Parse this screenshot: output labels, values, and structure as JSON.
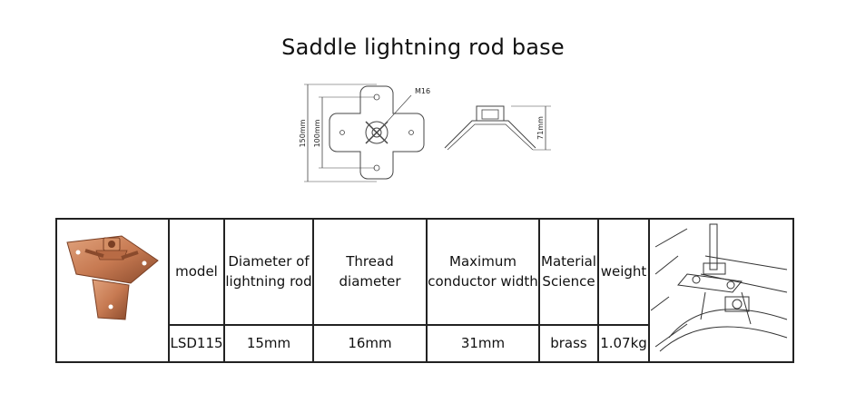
{
  "title": "Saddle lightning rod base",
  "drawing": {
    "dim_total_height": "150mm",
    "dim_hole_spacing": "100mm",
    "dim_thread": "M16",
    "dim_side_height": "71mm"
  },
  "table": {
    "headers": [
      "model",
      "Diameter of lightning rod",
      "Thread diameter",
      "Maximum conductor width",
      "Material Science",
      "weight"
    ],
    "row": [
      "LSD115",
      "15mm",
      "16mm",
      "31mm",
      "brass",
      "1.07kg"
    ]
  },
  "colors": {
    "copper": "#c77a52",
    "copper_dark": "#8a4a2c",
    "line": "#333333"
  }
}
